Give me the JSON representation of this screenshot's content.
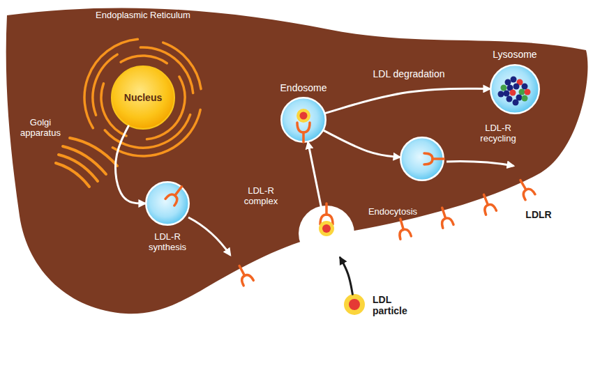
{
  "diagram": {
    "nodes": [
      {
        "text": [
          "Nucleus"
        ]
      },
      {
        "text": [
          "LDL-R synthesis"
        ]
      },
      {
        "text": [
          "Endosome"
        ]
      },
      {
        "text": [
          "Lysosome"
        ]
      },
      {
        "text": [
          "LDL-R recycling"
        ]
      },
      {
        "text": [
          "LDL-R complex"
        ]
      },
      {
        "text": [
          "LDL particle"
        ]
      }
    ],
    "edges": [
      {
        "from": 0,
        "to": 1,
        "arrow": "to"
      },
      {
        "from": 2,
        "to": 3,
        "label": "LDL degradation",
        "arrow": "to"
      },
      {
        "from": 2,
        "to": 4,
        "arrow": "to"
      },
      {
        "from": 5,
        "to": 2,
        "arrow": "to"
      },
      {
        "from": 6,
        "to": 5,
        "arrow": "to"
      }
    ],
    "labels": [
      "Endoplasmic Reticulum",
      "Golgi apparatus",
      "Endocytosis",
      "LDLR"
    ]
  }
}
